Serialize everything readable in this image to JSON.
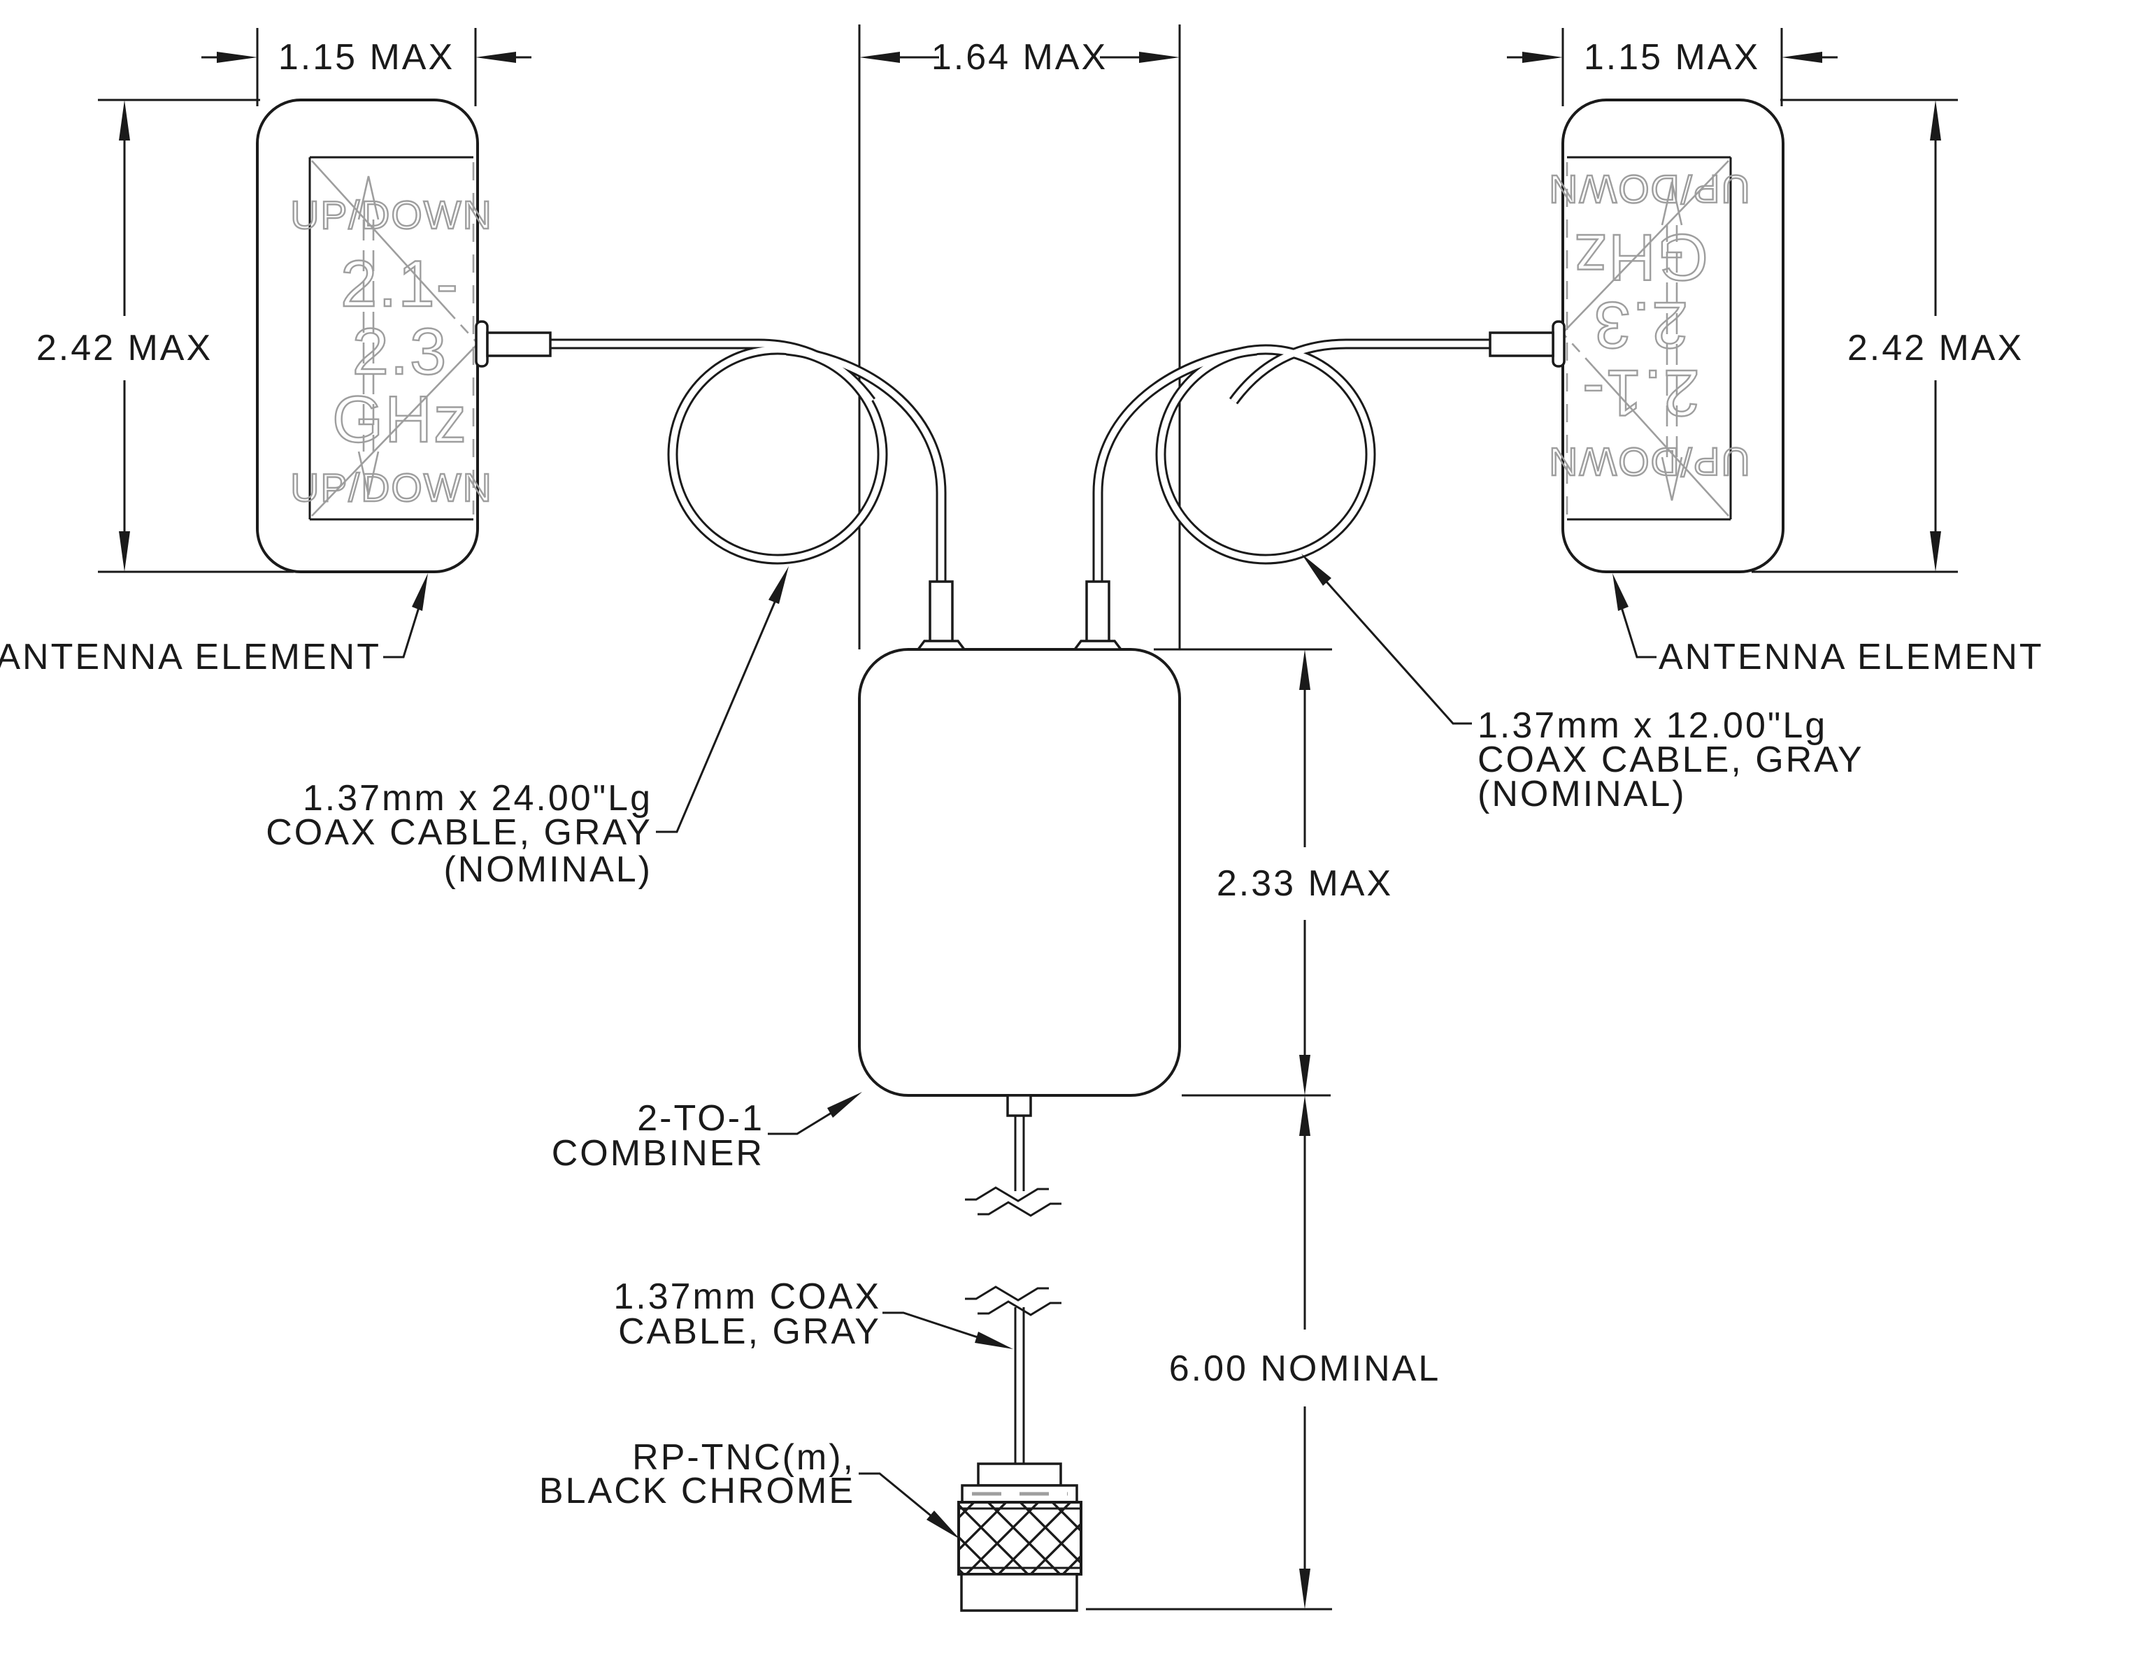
{
  "dimensions": {
    "antenna_width": "1.15 MAX",
    "combiner_width": "1.64 MAX",
    "antenna_height": "2.42 MAX",
    "combiner_height": "2.33 MAX",
    "cable_length": "6.00 NOMINAL"
  },
  "labels": {
    "antenna_element": "ANTENNA ELEMENT",
    "coax24": [
      "1.37mm x 24.00\"Lg",
      "COAX CABLE, GRAY",
      "(NOMINAL)"
    ],
    "coax12": [
      "1.37mm x 12.00\"Lg",
      "COAX CABLE, GRAY",
      "(NOMINAL)"
    ],
    "combiner": [
      "2-TO-1",
      "COMBINER"
    ],
    "coax_out": [
      "1.37mm COAX",
      "CABLE, GRAY"
    ],
    "connector": [
      "RP-TNC(m),",
      "BLACK CHROME"
    ]
  },
  "sticker": {
    "row1": "UP/DOWN",
    "row2": "2.1-",
    "row3": "2.3",
    "row4": "GHz",
    "row5": "UP/DOWN"
  },
  "colors": {
    "line": "#1a1a1a",
    "ghost": "#9e9e9e",
    "background": "#ffffff"
  }
}
